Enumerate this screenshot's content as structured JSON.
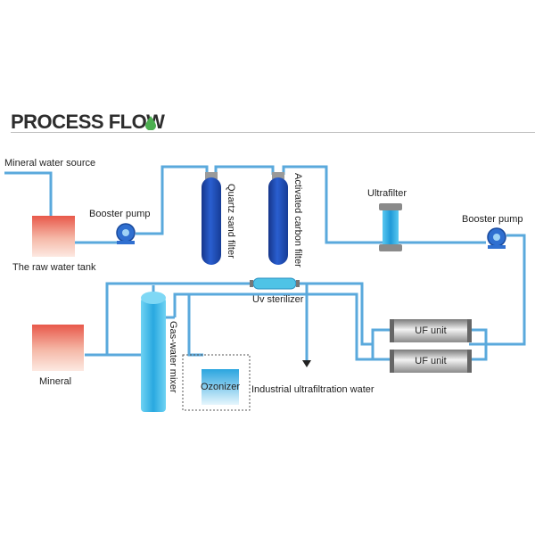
{
  "header": {
    "title": "PROCESS FLOW"
  },
  "icons": {
    "title_icon": "water-drop-icon",
    "pump_icon": "pump-icon"
  },
  "colors": {
    "accent_green": "#4caf50",
    "pipe_blue": "#5aa9dc",
    "tank_red": "#e8584a",
    "filter_blue": "#1f4fb5",
    "uv_blue": "#4fc3e6",
    "uf_gray": "#9a9a9a"
  },
  "labels": {
    "source": "Mineral water source",
    "booster1": "Booster pump",
    "raw_tank": "The raw water tank",
    "quartz": "Quartz sand filter",
    "carbon": "Activated carbon filter",
    "ultrafilter": "Ultrafilter",
    "booster2": "Booster pump",
    "uv": "Uv sterilizer",
    "uf1": "UF unit",
    "uf2": "UF unit",
    "mineral": "Mineral",
    "mixer": "Gas-water mixer",
    "ozonizer": "Ozonizer",
    "industrial": "Industrial ultrafiltration water"
  }
}
